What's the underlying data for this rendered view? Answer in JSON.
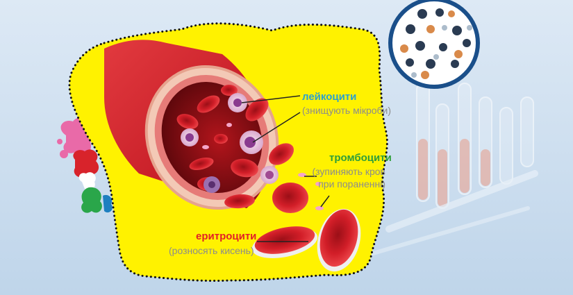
{
  "colors": {
    "background_top": "#dce8f4",
    "background_bottom": "#c0d6ea",
    "highlight_area": "#fff200",
    "blood_vessel": "#c8202a",
    "leukocyte_label": "#2aa0cf",
    "thrombocyte_label": "#2e9e3a",
    "erythrocyte_label": "#e31f26",
    "description_text": "#8c8c8c"
  },
  "labels": {
    "leukocytes": {
      "name": "лейкоцити",
      "description": "(знищують мікроби)"
    },
    "thrombocytes": {
      "name": "тромбоцити",
      "description_line1": "(зупиняють кров",
      "description_line2": "при пораненні)"
    },
    "erythrocytes": {
      "name": "еритроцити",
      "description": "(розносять кисень)"
    }
  },
  "icons": {
    "magnifier": "magnified-blood-cells-circle",
    "tubes": "test-tubes-rack",
    "paint": "paint-splash"
  }
}
